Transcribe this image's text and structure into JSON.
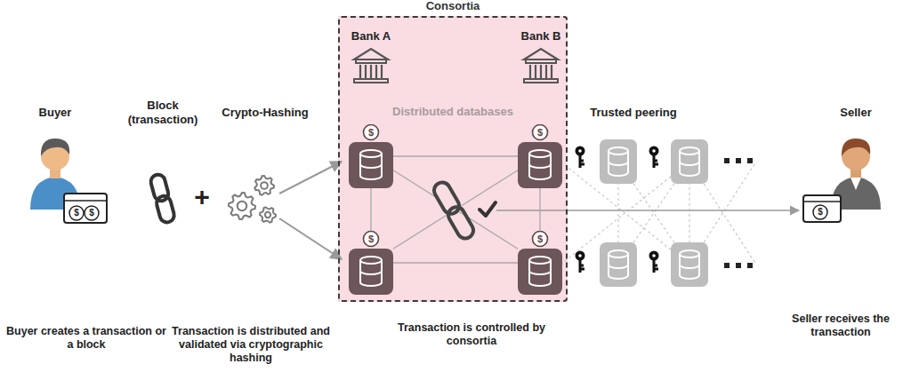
{
  "diagram": {
    "nodes": [
      {
        "text": [
          "Consortia",
          "Distributed databases"
        ]
      },
      {
        "text": [
          "$"
        ],
        "in": 0
      },
      {
        "text": [
          "$"
        ],
        "in": 0
      },
      {
        "text": [
          "$"
        ],
        "in": 0
      },
      {
        "text": [
          "$"
        ],
        "in": 0
      }
    ],
    "edges": [
      {
        "from": 1,
        "to": 2,
        "arrow": "none"
      },
      {
        "from": 1,
        "to": 3,
        "arrow": "none"
      },
      {
        "from": 1,
        "to": 4,
        "arrow": "none"
      },
      {
        "from": 2,
        "to": 3,
        "arrow": "none"
      },
      {
        "from": 2,
        "to": 4,
        "arrow": "none"
      },
      {
        "from": 3,
        "to": 4,
        "arrow": "none"
      }
    ],
    "labels": [
      "Buyer",
      "$",
      "$",
      "Block (transaction)",
      "+",
      "Crypto-Hashing",
      "Bank A",
      "Bank B",
      "Trusted peering",
      "Seller",
      "$",
      "Buyer creates a transaction or a block",
      "Transaction is distributed and validated via cryptographic hashing",
      "Transaction is controlled by consortia",
      "Seller receives the transaction"
    ]
  }
}
